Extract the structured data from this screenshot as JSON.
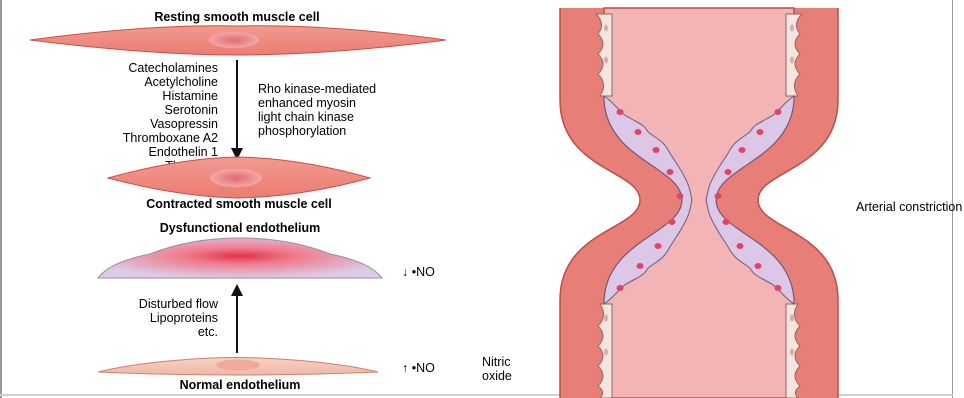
{
  "left_panel": {
    "resting_title": "Resting smooth muscle cell",
    "agonists": [
      "Catecholamines",
      "Acetylcholine",
      "Histamine",
      "Serotonin",
      "Vasopressin",
      "Thromboxane A2",
      "Endothelin 1",
      "Thrombin"
    ],
    "mechanism_lines": [
      "Rho kinase-mediated",
      "enhanced myosin",
      "light chain kinase",
      "phosphorylation"
    ],
    "contracted_title": "Contracted smooth muscle cell",
    "dysfunctional_title": "Dysfunctional endothelium",
    "no_decrease_label": "↓ •NO",
    "causes": [
      "Disturbed flow",
      "Lipoproteins",
      "etc."
    ],
    "no_increase_label": "↑ •NO",
    "nitric_oxide_lines": [
      "Nitric",
      "oxide"
    ],
    "normal_title": "Normal endothelium"
  },
  "right_panel": {
    "label": "Arterial constriction"
  },
  "colors": {
    "cell_fill": "#f08a80",
    "cell_outline": "#c85048",
    "wall": "#e77f78",
    "wall_dark": "#c2554e",
    "lumen": "#f3b4b6",
    "endothelial": "#f5e4e0",
    "swollen_cell": "#dcc8e6",
    "nucleus": "#e0426a"
  }
}
